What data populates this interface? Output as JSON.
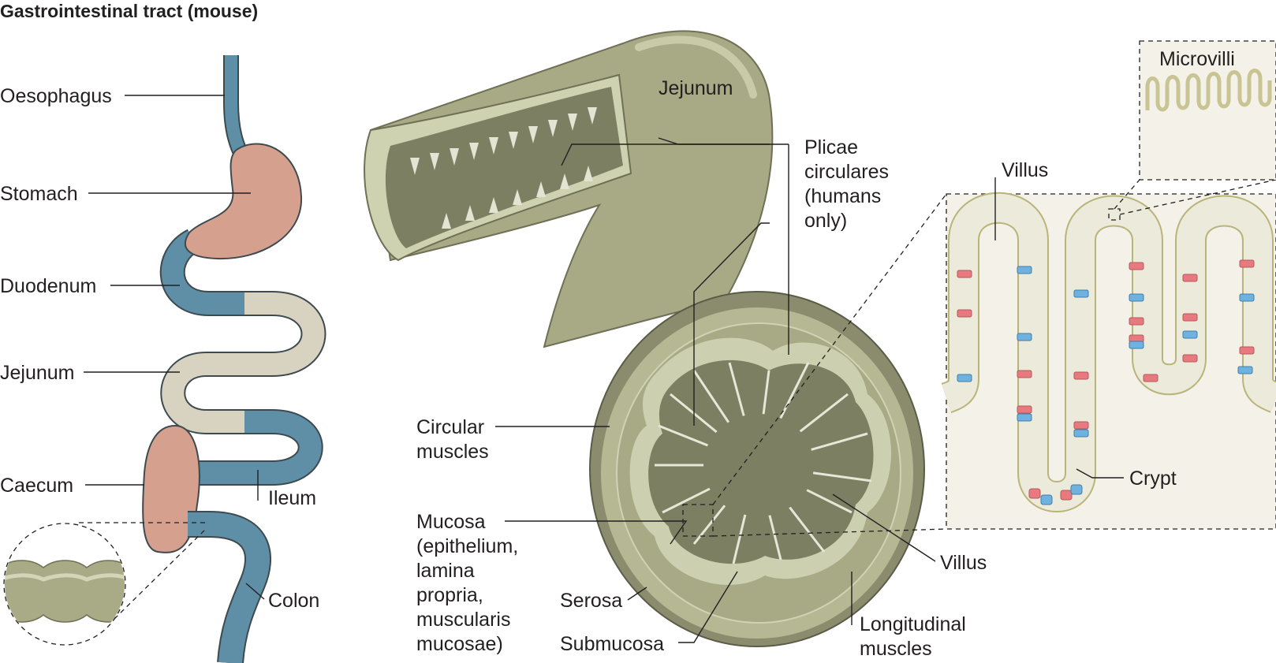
{
  "title": "Gastrointestinal tract (mouse)",
  "colors": {
    "stomach_caecum": "#d6a08e",
    "duodenum_ileum_colon": "#5e8fa6",
    "jejunum": "#d7d3c0",
    "tissue_dark": "#8a8c6d",
    "tissue_mid": "#a8aa86",
    "tissue_light": "#ccd0b0",
    "panel_bg": "#f4f1e8",
    "cell_red": "#e8797e",
    "cell_blue": "#6fb2e0"
  },
  "tract_labels": {
    "oesophagus": "Oesophagus",
    "stomach": "Stomach",
    "duodenum": "Duodenum",
    "jejunum": "Jejunum",
    "caecum": "Caecum",
    "ileum": "Ileum",
    "colon": "Colon"
  },
  "jejunum_section": {
    "organ_label": "Jejunum",
    "plicae_lines": [
      "Plicae",
      "circulares",
      "(humans",
      "only)"
    ],
    "circular_lines": [
      "Circular",
      "muscles"
    ],
    "mucosa_lines": [
      "Mucosa",
      "(epithelium,",
      "lamina",
      "propria,",
      "muscularis",
      "mucosae)"
    ],
    "serosa": "Serosa",
    "submucosa": "Submucosa",
    "villus": "Villus",
    "longitudinal_lines": [
      "Longitudinal",
      "muscles"
    ]
  },
  "villus_panel": {
    "villus": "Villus",
    "crypt": "Crypt",
    "microvilli": "Microvilli"
  }
}
